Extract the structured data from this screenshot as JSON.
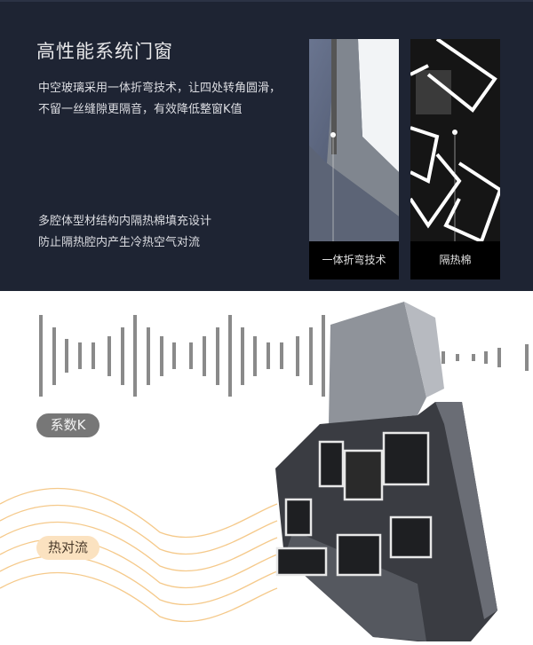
{
  "header": {
    "title": "高性能系统门窗"
  },
  "features": {
    "glass_lines": [
      "中空玻璃采用一体折弯技术，让四处转角圆滑，",
      "不留一丝缝隙更隔音，有效降低整窗K值"
    ],
    "cavity_lines": [
      "多腔体型材结构内隔热棉填充设计",
      "防止隔热腔内产生冷热空气对流"
    ]
  },
  "cards": [
    {
      "caption": "一体折弯技术"
    },
    {
      "caption": "隔热棉"
    }
  ],
  "diagram": {
    "k_label": "系数K",
    "convection_label": "热对流"
  },
  "colors": {
    "panel": "#1e2433",
    "wave": "#f5c98a",
    "bars": "#8a8a8a"
  }
}
